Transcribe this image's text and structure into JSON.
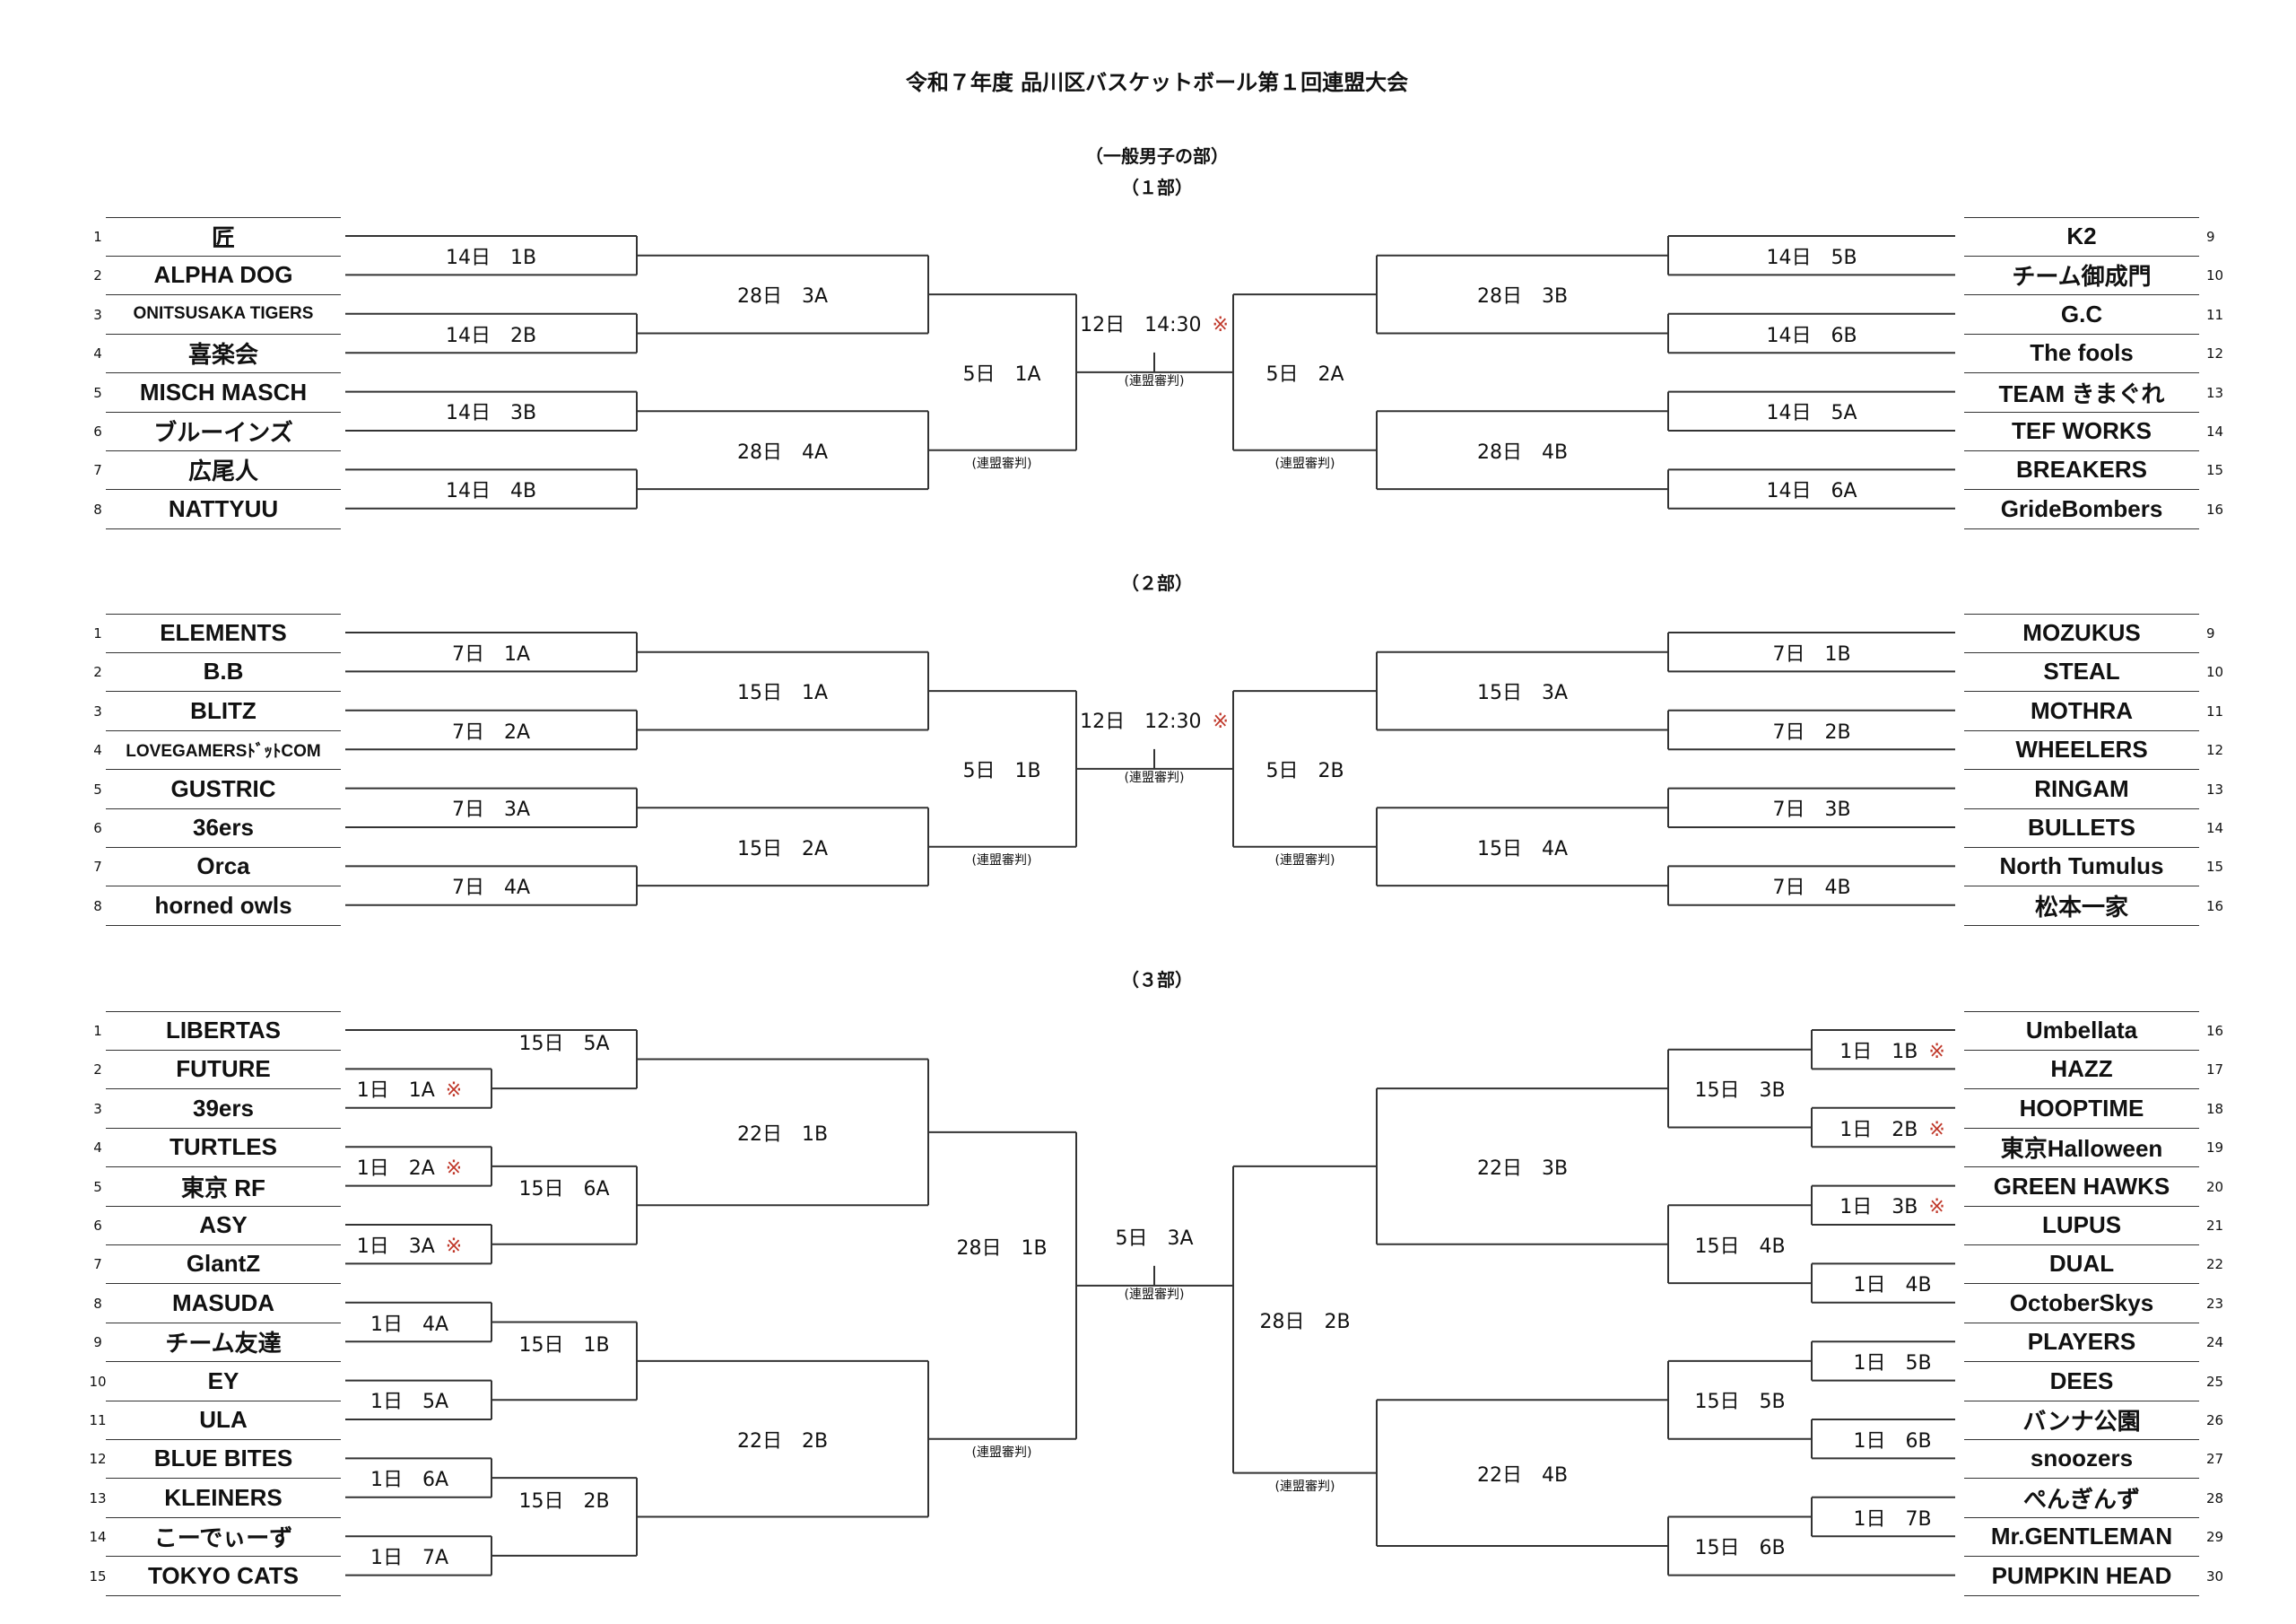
{
  "title": "令和７年度 品川区バスケットボール第１回連盟大会",
  "category": "（一般男子の部）",
  "referee": "(連盟審判)",
  "mark": "※",
  "divisions": [
    {
      "name": "（１部）",
      "left_teams": [
        {
          "no": "1",
          "name": "匠"
        },
        {
          "no": "2",
          "name": "ALPHA DOG"
        },
        {
          "no": "3",
          "name": "ONITSUSAKA TIGERS"
        },
        {
          "no": "4",
          "name": "喜楽会"
        },
        {
          "no": "5",
          "name": "MISCH MASCH"
        },
        {
          "no": "6",
          "name": "ブルーインズ"
        },
        {
          "no": "7",
          "name": "広尾人"
        },
        {
          "no": "8",
          "name": "NATTYUU"
        }
      ],
      "right_teams": [
        {
          "no": "9",
          "name": "K2"
        },
        {
          "no": "10",
          "name": "チーム御成門"
        },
        {
          "no": "11",
          "name": "G.C"
        },
        {
          "no": "12",
          "name": "The fools"
        },
        {
          "no": "13",
          "name": "TEAM きまぐれ"
        },
        {
          "no": "14",
          "name": "TEF WORKS"
        },
        {
          "no": "15",
          "name": "BREAKERS"
        },
        {
          "no": "16",
          "name": "GrideBombers"
        }
      ],
      "left_r1": [
        "14日　1B",
        "14日　2B",
        "14日　3B",
        "14日　4B"
      ],
      "left_r2": [
        "28日　3A",
        "28日　4A"
      ],
      "left_sf": "5日　1A",
      "right_r1": [
        "14日　5B",
        "14日　6B",
        "14日　5A",
        "14日　6A"
      ],
      "right_r2": [
        "28日　3B",
        "28日　4B"
      ],
      "right_sf": "5日　2A",
      "final": "12日　14:30"
    },
    {
      "name": "（２部）",
      "left_teams": [
        {
          "no": "1",
          "name": "ELEMENTS"
        },
        {
          "no": "2",
          "name": "B.B"
        },
        {
          "no": "3",
          "name": "BLITZ"
        },
        {
          "no": "4",
          "name": "LOVEGAMERSﾄﾞｯﾄCOM"
        },
        {
          "no": "5",
          "name": "GUSTRIC"
        },
        {
          "no": "6",
          "name": "36ers"
        },
        {
          "no": "7",
          "name": "Orca"
        },
        {
          "no": "8",
          "name": "horned owls"
        }
      ],
      "right_teams": [
        {
          "no": "9",
          "name": "MOZUKUS"
        },
        {
          "no": "10",
          "name": "STEAL"
        },
        {
          "no": "11",
          "name": "MOTHRA"
        },
        {
          "no": "12",
          "name": "WHEELERS"
        },
        {
          "no": "13",
          "name": "RINGAM"
        },
        {
          "no": "14",
          "name": "BULLETS"
        },
        {
          "no": "15",
          "name": "North Tumulus"
        },
        {
          "no": "16",
          "name": "松本一家"
        }
      ],
      "left_r1": [
        "7日　1A",
        "7日　2A",
        "7日　3A",
        "7日　4A"
      ],
      "left_r2": [
        "15日　1A",
        "15日　2A"
      ],
      "left_sf": "5日　1B",
      "right_r1": [
        "7日　1B",
        "7日　2B",
        "7日　3B",
        "7日　4B"
      ],
      "right_r2": [
        "15日　3A",
        "15日　4A"
      ],
      "right_sf": "5日　2B",
      "final": "12日　12:30"
    },
    {
      "name": "（３部）",
      "left_teams": [
        {
          "no": "1",
          "name": "LIBERTAS"
        },
        {
          "no": "2",
          "name": "FUTURE"
        },
        {
          "no": "3",
          "name": "39ers"
        },
        {
          "no": "4",
          "name": "TURTLES"
        },
        {
          "no": "5",
          "name": "東京 RF"
        },
        {
          "no": "6",
          "name": "ASY"
        },
        {
          "no": "7",
          "name": "GlantZ"
        },
        {
          "no": "8",
          "name": "MASUDA"
        },
        {
          "no": "9",
          "name": "チーム友達"
        },
        {
          "no": "10",
          "name": "EY"
        },
        {
          "no": "11",
          "name": "ULA"
        },
        {
          "no": "12",
          "name": "BLUE BITES"
        },
        {
          "no": "13",
          "name": "KLEINERS"
        },
        {
          "no": "14",
          "name": "こーでぃーず"
        },
        {
          "no": "15",
          "name": "TOKYO CATS"
        }
      ],
      "right_teams": [
        {
          "no": "16",
          "name": "Umbellata"
        },
        {
          "no": "17",
          "name": "HAZZ"
        },
        {
          "no": "18",
          "name": "HOOPTIME"
        },
        {
          "no": "19",
          "name": "東京Halloween"
        },
        {
          "no": "20",
          "name": "GREEN HAWKS"
        },
        {
          "no": "21",
          "name": "LUPUS"
        },
        {
          "no": "22",
          "name": "DUAL"
        },
        {
          "no": "23",
          "name": "OctoberSkys"
        },
        {
          "no": "24",
          "name": "PLAYERS"
        },
        {
          "no": "25",
          "name": "DEES"
        },
        {
          "no": "26",
          "name": "バンナ公園"
        },
        {
          "no": "27",
          "name": "snoozers"
        },
        {
          "no": "28",
          "name": "ぺんぎんず"
        },
        {
          "no": "29",
          "name": "Mr.GENTLEMAN"
        },
        {
          "no": "30",
          "name": "PUMPKIN HEAD"
        }
      ],
      "left_r0": [
        "1日　1A",
        "1日　2A",
        "1日　3A",
        "1日　4A",
        "1日　5A",
        "1日　6A",
        "1日　7A"
      ],
      "left_r1": [
        "15日　5A",
        "15日　6A",
        "15日　1B",
        "15日　2B"
      ],
      "left_r2": [
        "22日　1B",
        "22日　2B"
      ],
      "left_sf": "28日　1B",
      "right_r0": [
        "1日　1B",
        "1日　2B",
        "1日　3B",
        "1日　4B",
        "1日　5B",
        "1日　6B",
        "1日　7B"
      ],
      "right_r1": [
        "15日　3B",
        "15日　4B",
        "15日　5B",
        "15日　6B"
      ],
      "right_r2": [
        "22日　3B",
        "22日　4B"
      ],
      "right_sf": "28日　2B",
      "final": "5日　3A"
    }
  ]
}
